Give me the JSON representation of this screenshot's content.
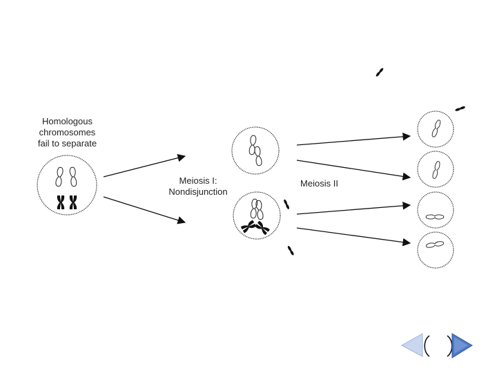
{
  "labels": {
    "homologous": "Homologous\nchromosomes\nfail to separate",
    "meiosis1": "Meiosis I:\nNondisjunction",
    "meiosis2": "Meiosis II"
  },
  "navigation": {
    "prev_icon": "triangle-left-icon",
    "next_icon": "triangle-right-icon",
    "accent": "#4f79c4",
    "accent_light": "#c8d6ef"
  }
}
